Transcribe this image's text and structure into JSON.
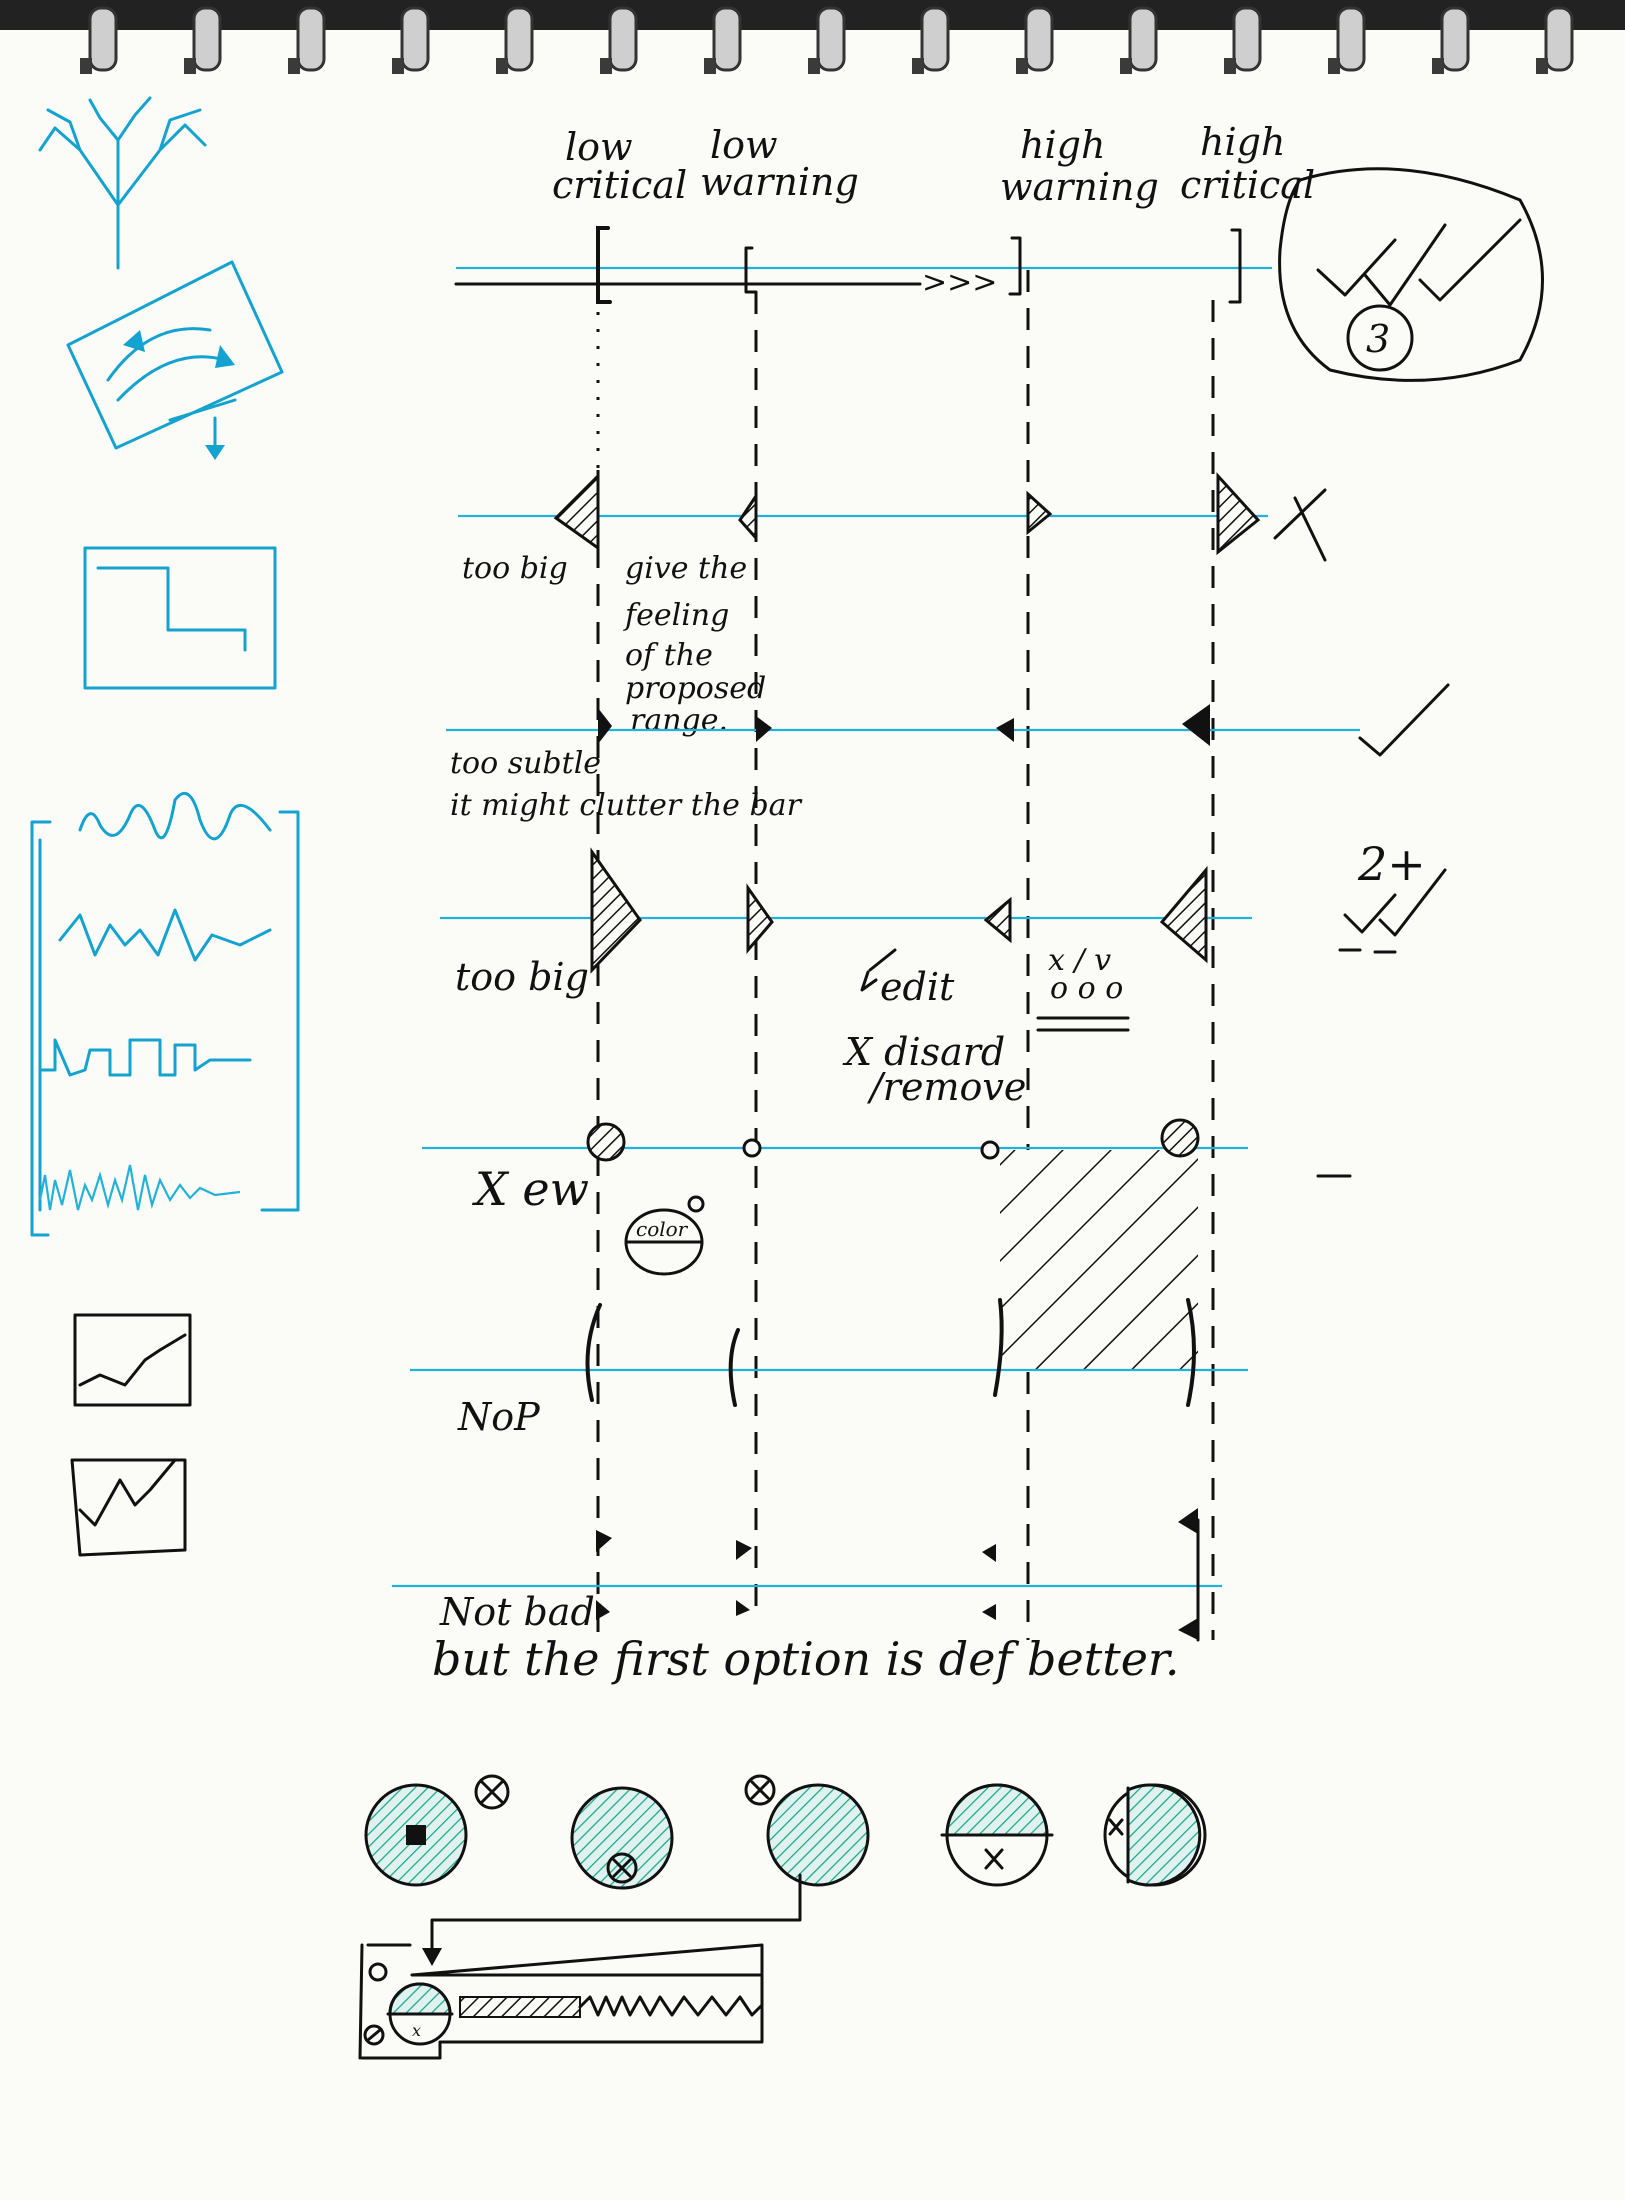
{
  "columns": {
    "low_critical": "low critical",
    "low_warning": "low warning",
    "high_warning": "high warning",
    "high_critical": "high critical"
  },
  "annotations": {
    "arrow_text": ">>>",
    "circled_number": "3",
    "row2_note": "too big",
    "row2_middle_note": "give the feeling of the proposed range.",
    "row3_note": "too subtle",
    "row3_note2": "it might clutter the bar",
    "row4_note": "too big",
    "edit": "edit",
    "discard": "X disard /remove",
    "row5_note": "X ew",
    "color_label": "color",
    "row6_note": "NoP",
    "row7_note1": "Not bad",
    "row7_note2": "but the first option is def better.",
    "score_row4": "2+"
  },
  "colors": {
    "ink": "#111111",
    "blue_pen": "#14a3cf",
    "teal_hatch": "#1aa58f",
    "paper": "#fbfbf8"
  },
  "icons": [
    "spiral-binding",
    "tree-icon",
    "rotate-card-icon",
    "step-chart-icon",
    "waveform-panel",
    "sparkline-icon",
    "checkmark-icon",
    "x-mark-icon"
  ]
}
